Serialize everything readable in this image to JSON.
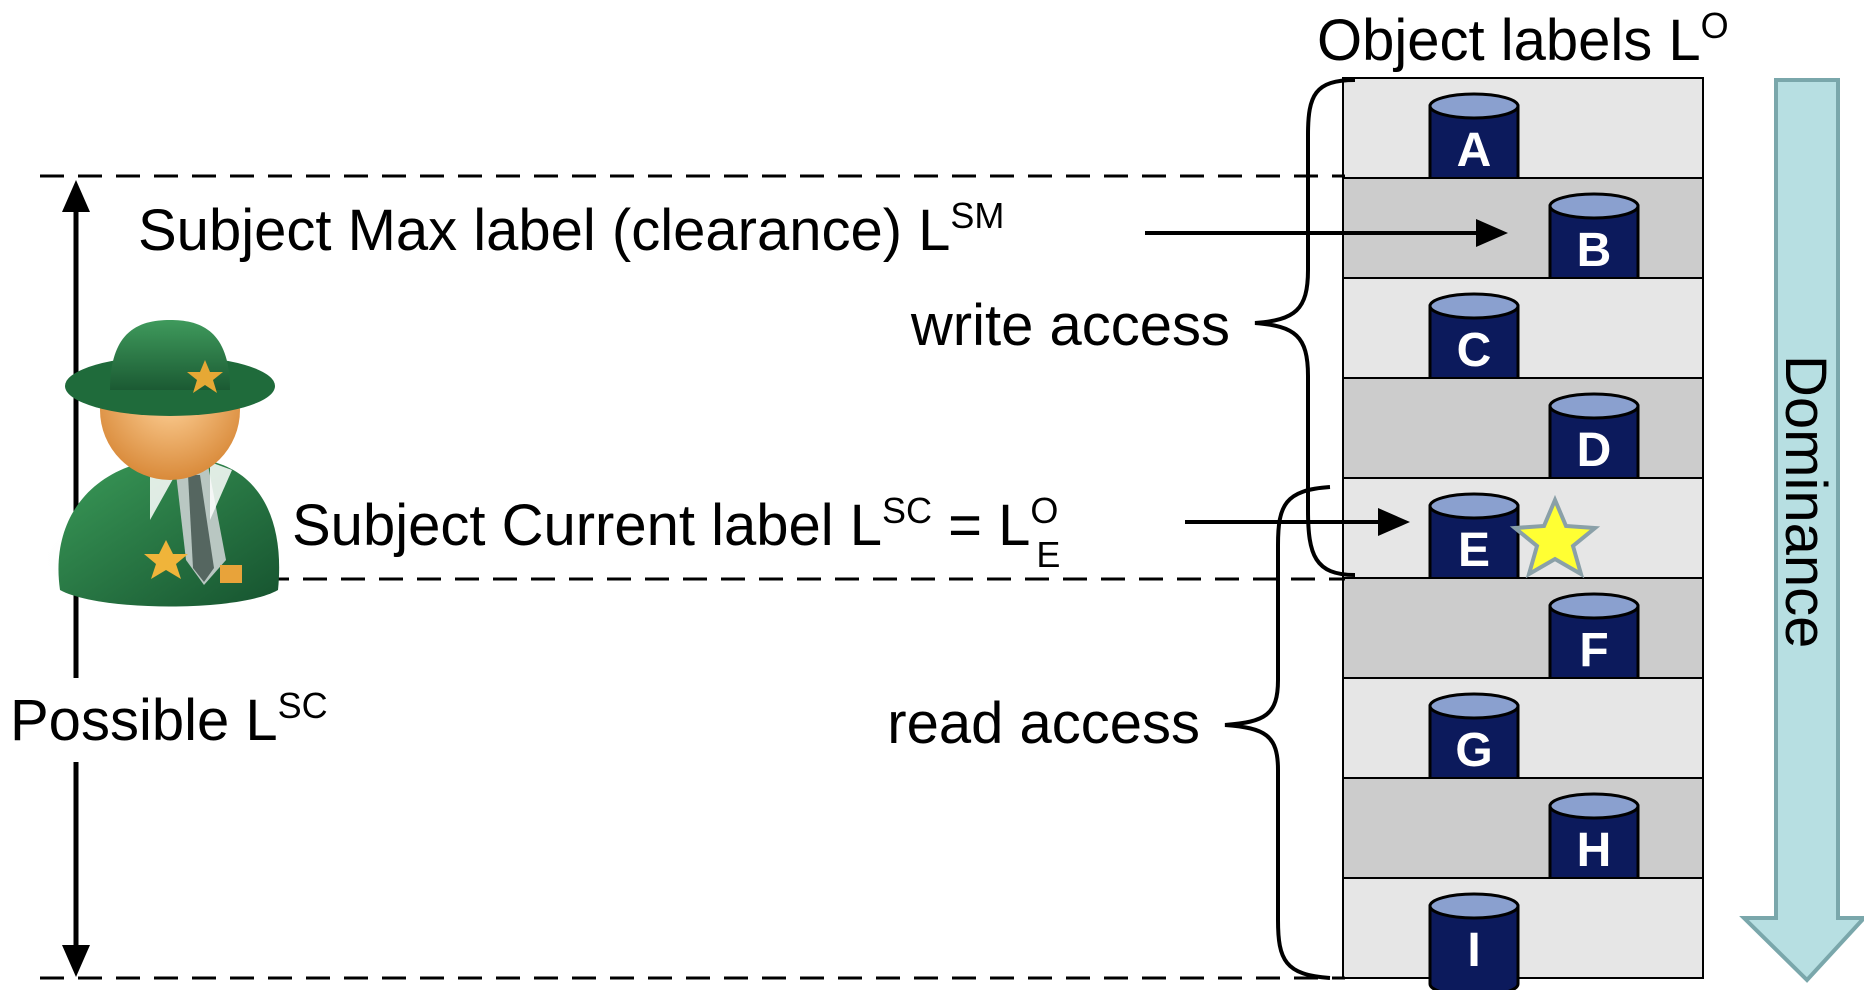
{
  "header": {
    "object_labels": {
      "text": "Object labels L",
      "sup": "O"
    }
  },
  "labels": {
    "subject_max": {
      "text": "Subject Max label (clearance) L",
      "sup": "SM"
    },
    "write_access": "write access",
    "subject_current": {
      "text": "Subject Current label L",
      "sup": "SC",
      "eq": " = L",
      "sup2": "O",
      "sub": "E"
    },
    "read_access": "read access",
    "possible": {
      "text": "Possible L",
      "sup": "SC"
    },
    "dominance": "Dominance"
  },
  "objects": [
    "A",
    "B",
    "C",
    "D",
    "E",
    "F",
    "G",
    "H",
    "I"
  ],
  "colors": {
    "row_light": "#e6e6e6",
    "row_dark": "#cccccc",
    "cylinder_fill": "#0c1a5c",
    "cylinder_top": "#8aa0cf",
    "dominance_fill": "#b7dfe2",
    "dominance_stroke": "#7aa7ab",
    "star_fill": "#ffff33"
  },
  "icons": {
    "subject": "sheriff-avatar-icon",
    "current_marker": "star-icon"
  }
}
